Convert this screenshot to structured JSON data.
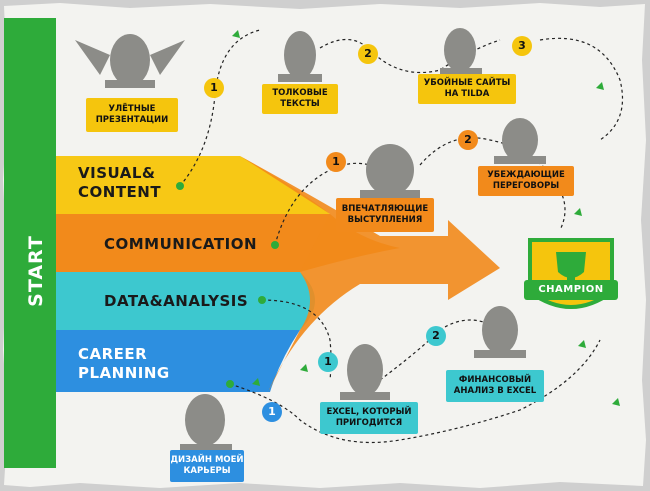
{
  "side_label": "START",
  "tracks": [
    {
      "line1": "VISUAL&",
      "line2": "CONTENT",
      "color": "#f7c815"
    },
    {
      "line1": "COMMUNICATION",
      "line2": "",
      "color": "#f28a1b"
    },
    {
      "line1": "DATA&ANALYSIS",
      "line2": "",
      "color": "#3dc8cf"
    },
    {
      "line1": "CAREER",
      "line2": "PLANNING",
      "color": "#2d8fe0"
    }
  ],
  "steps": {
    "presentations": {
      "number": "1",
      "line1": "УЛЁТНЫЕ",
      "line2": "ПРЕЗЕНТАЦИИ"
    },
    "texts": {
      "number": "2",
      "line1": "ТОЛКОВЫЕ",
      "line2": "ТЕКСТЫ"
    },
    "tilda": {
      "number": "3",
      "line1": "УБОЙНЫЕ САЙТЫ",
      "line2": "НА TILDA"
    },
    "speeches": {
      "number": "1",
      "line1": "ВПЕЧАТЛЯЮЩИЕ",
      "line2": "ВЫСТУПЛЕНИЯ"
    },
    "negotiations": {
      "number": "2",
      "line1": "УБЕЖДАЮЩИЕ",
      "line2": "ПЕРЕГОВОРЫ"
    },
    "excel": {
      "number": "1",
      "line1": "EXCEL, КОТОРЫЙ",
      "line2": "ПРИГОДИТСЯ"
    },
    "finance": {
      "number": "2",
      "line1": "ФИНАНСОВЫЙ",
      "line2": "АНАЛИЗ В EXCEL"
    },
    "career": {
      "number": "1",
      "line1": "ДИЗАЙН МОЕЙ",
      "line2": "КАРЬЕРЫ"
    }
  },
  "champion_label": "CHAMPION",
  "colors": {
    "green": "#2eab3a",
    "yellow": "#f5c50d",
    "orange": "#f28a1b",
    "cyan": "#3dc8cf",
    "blue": "#2d8fe0",
    "paper": "#f3f3f0"
  }
}
